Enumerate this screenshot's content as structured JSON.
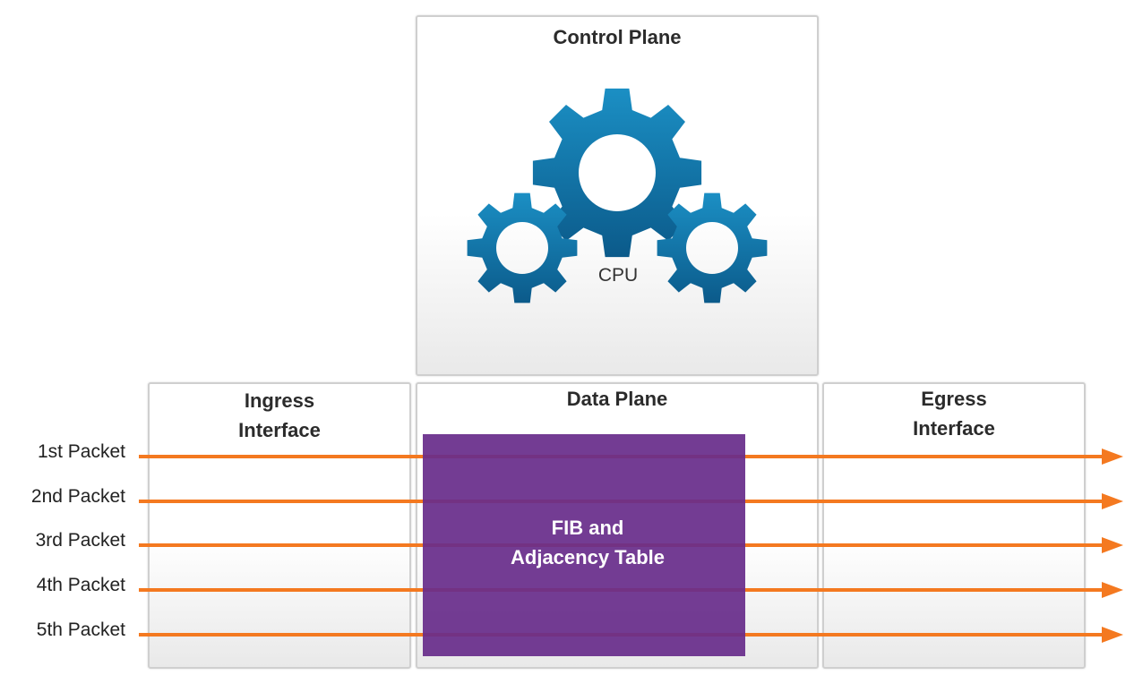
{
  "control_plane": {
    "title": "Control Plane",
    "cpu_label": "CPU",
    "icon": "gears-icon",
    "gear_color": "#0e6fa3"
  },
  "ingress": {
    "title_line1": "Ingress",
    "title_line2": "Interface"
  },
  "data_plane": {
    "title": "Data Plane"
  },
  "egress": {
    "title_line1": "Egress",
    "title_line2": "Interface"
  },
  "fib": {
    "line1": "FIB and",
    "line2": "Adjacency Table",
    "color": "#682d8b"
  },
  "packets": [
    "1st Packet",
    "2nd Packet",
    "3rd Packet",
    "4th Packet",
    "5th Packet"
  ],
  "arrow_color": "#f47920"
}
